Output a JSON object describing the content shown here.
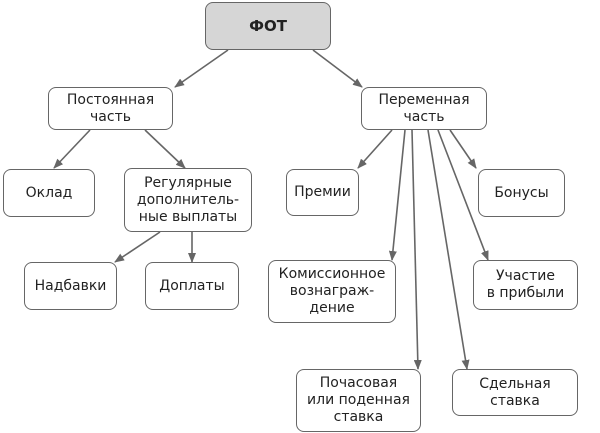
{
  "diagram": {
    "root": "ФОТ",
    "permanent": "Постоянная\nчасть",
    "variable": "Переменная\nчасть",
    "salary": "Оклад",
    "regular": "Регулярные\nдополнитель-\nные выплаты",
    "allowances": "Надбавки",
    "surcharges": "Доплаты",
    "bonuses_premii": "Премии",
    "bonuses": "Бонусы",
    "commission": "Комиссионное\nвознаграж-\nдение",
    "profit_share": "Участие\nв прибыли",
    "hourly": "Почасовая\nили поденная\nставка",
    "piecework": "Сдельная\nставка"
  },
  "colors": {
    "root_fill": "#d6d6d6",
    "border": "#666666",
    "arrow": "#666666"
  }
}
